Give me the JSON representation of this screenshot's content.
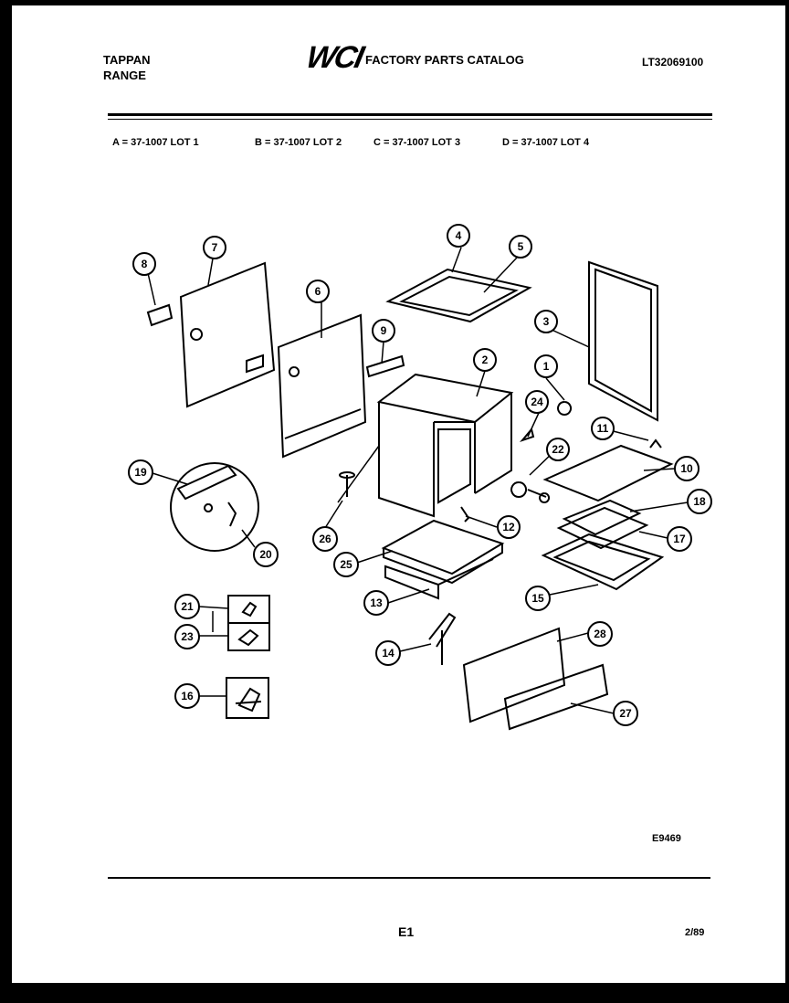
{
  "header": {
    "brand_line1": "TAPPAN",
    "brand_line2": "RANGE",
    "logo": "WCI",
    "catalog_title": "FACTORY PARTS CATALOG",
    "model_number": "LT32069100"
  },
  "lots": [
    "A = 37-1007 LOT 1",
    "B = 37-1007 LOT 2",
    "C = 37-1007 LOT 3",
    "D = 37-1007 LOT 4"
  ],
  "callouts": [
    "1",
    "2",
    "3",
    "4",
    "5",
    "6",
    "7",
    "8",
    "9",
    "10",
    "11",
    "12",
    "13",
    "14",
    "15",
    "16",
    "17",
    "18",
    "19",
    "20",
    "21",
    "22",
    "23",
    "24",
    "25",
    "26",
    "27",
    "28"
  ],
  "footer": {
    "drawing_code": "E9469",
    "page_label": "E1",
    "date": "2/89"
  }
}
